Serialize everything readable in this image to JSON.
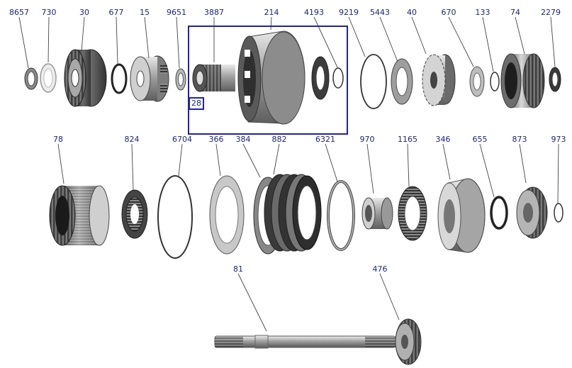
{
  "diagram": {
    "box_color": "#1f22a8",
    "label_color": "#1a237e",
    "boxed_label": "28",
    "row1": [
      "8657",
      "730",
      "30",
      "677",
      "15",
      "9651",
      "3887",
      "214",
      "4193",
      "9219",
      "5443",
      "40",
      "670",
      "133",
      "74",
      "2279"
    ],
    "row2": [
      "78",
      "824",
      "6704",
      "366",
      "384",
      "882",
      "6321",
      "970",
      "1165",
      "346",
      "655",
      "873",
      "973"
    ],
    "row3": [
      "81",
      "476"
    ]
  }
}
